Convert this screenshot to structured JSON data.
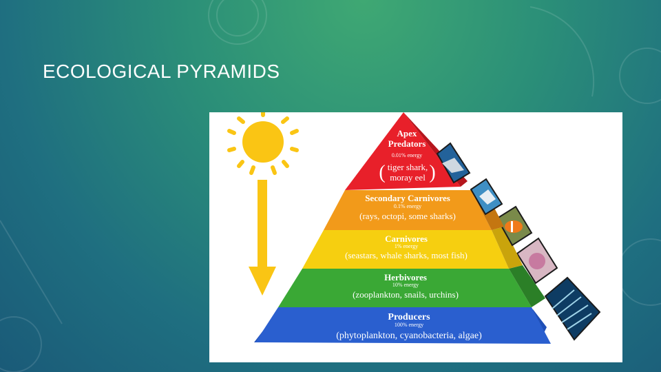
{
  "slide": {
    "title": "ECOLOGICAL PYRAMIDS"
  },
  "pyramid": {
    "sun_icon": "sun-icon",
    "arrow_icon": "energy-down-arrow-icon",
    "levels": [
      {
        "name_line1": "Apex",
        "name_line2": "Predators",
        "energy": "0.01% energy",
        "examples_line1": "tiger shark,",
        "examples_line2": "moray eel",
        "color": "#e8202a",
        "photo": "shark-photo"
      },
      {
        "name": "Secondary Carnivores",
        "energy": "0.1% energy",
        "examples": "(rays, octopi, some sharks)",
        "color": "#f29a1a",
        "photo": "ray-photo"
      },
      {
        "name": "Carnivores",
        "energy": "1% energy",
        "examples": "(seastars, whale sharks, most fish)",
        "color": "#f6cf10",
        "photo": "clownfish-photo"
      },
      {
        "name": "Herbivores",
        "energy": "10% energy",
        "examples": "(zooplankton, snails, urchins)",
        "color": "#3aa835",
        "photo": "urchin-photo"
      },
      {
        "name": "Producers",
        "energy": "100% energy",
        "examples": "(phytoplankton, cyanobacteria, algae)",
        "color": "#2a5fcf",
        "photo": "plankton-photo"
      }
    ]
  }
}
